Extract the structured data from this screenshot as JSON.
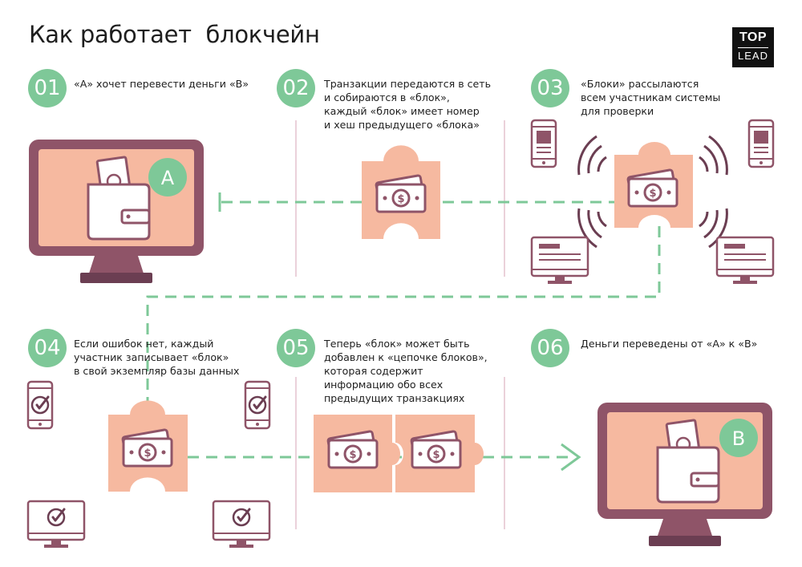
{
  "title": "Как работает  блокчейн",
  "logo": {
    "line1": "TOP",
    "line2": "LEAD"
  },
  "steps": [
    {
      "number": "01",
      "text": "«А» хочет перевести деньги «В»"
    },
    {
      "number": "02",
      "text": "Транзакции передаются в сеть\nи собираются в «блок»,\nкаждый «блок» имеет номер\nи хеш предыдущего «блока»"
    },
    {
      "number": "03",
      "text": "«Блоки» рассылаются\nвсем участникам системы\nдля проверки"
    },
    {
      "number": "04",
      "text": "Если ошибок нет, каждый\nучастник записывает «блок»\nв свой экземпляр базы данных"
    },
    {
      "number": "05",
      "text": "Теперь «блок» может быть\nдобавлен к «цепочке блоков»,\nкоторая содержит\nинформацию обо всех\nпредыдущих транзакциях"
    },
    {
      "number": "06",
      "text": "Деньги переведены от «А» к «В»"
    }
  ],
  "monitor_labels": {
    "sender": "A",
    "receiver": "B"
  },
  "colors": {
    "accent_green": "#7ec898",
    "plum": "#8f5468",
    "peach": "#f6b9a0",
    "dark_plum": "#6b3e52",
    "divider": "#d7a3b4"
  }
}
